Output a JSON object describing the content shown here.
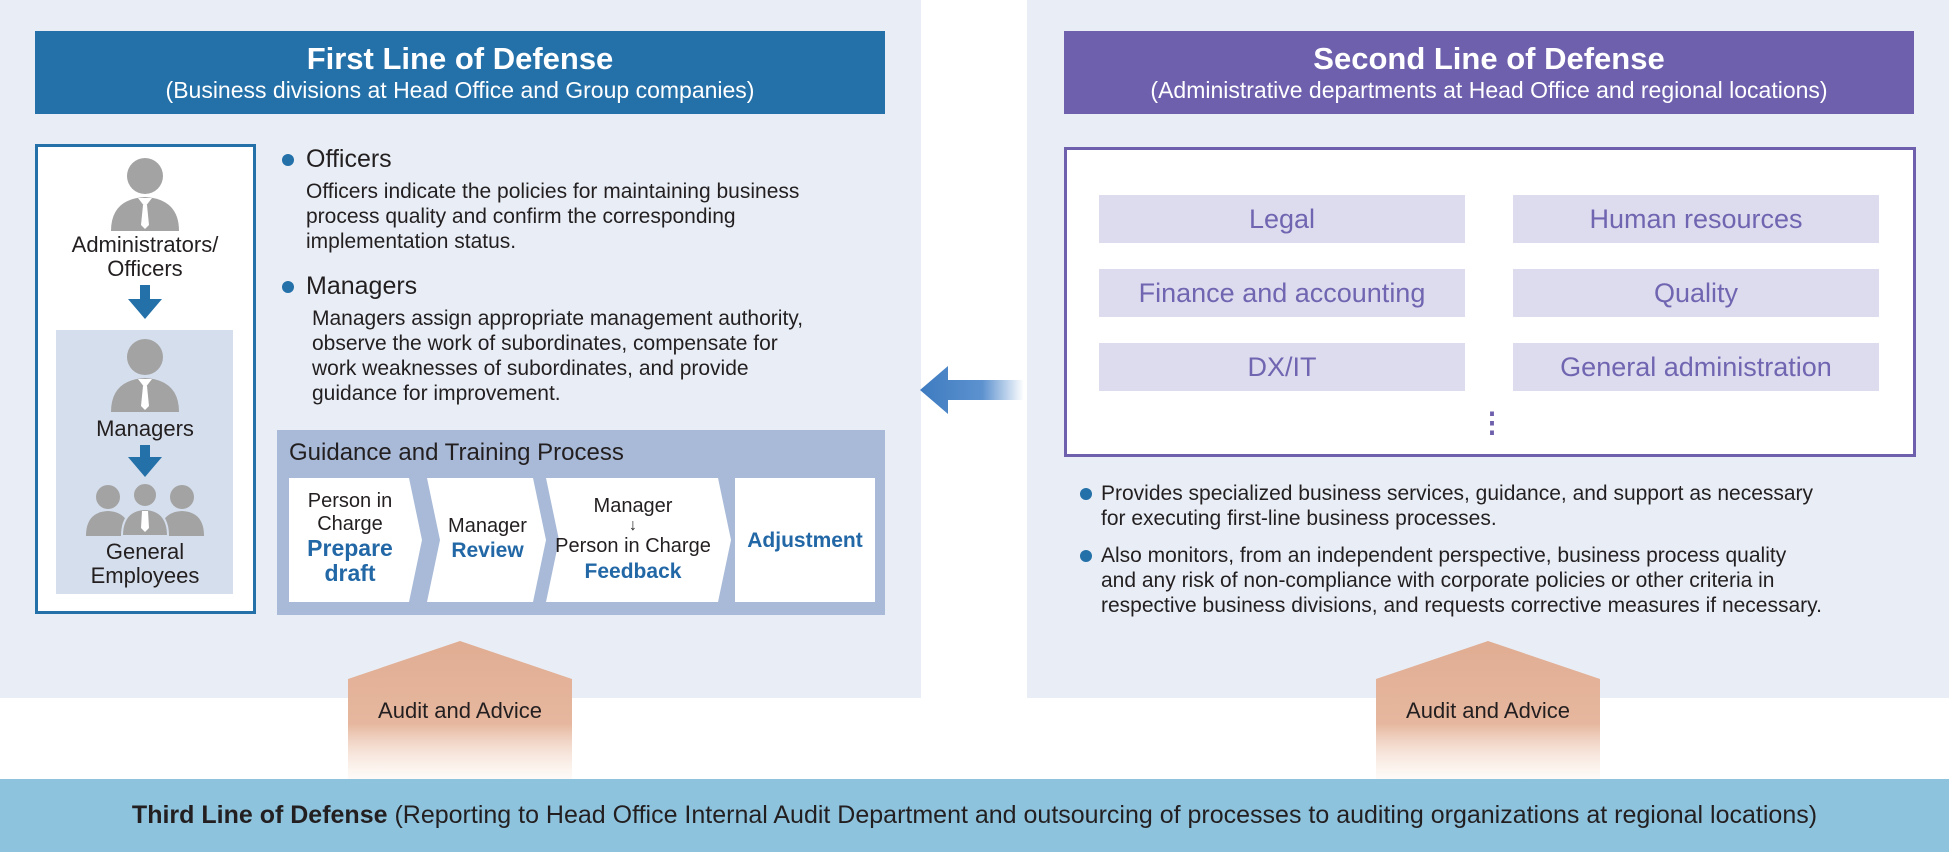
{
  "first_line": {
    "title": "First Line of Defense",
    "subtitle": "(Business divisions at Head Office and Group companies)",
    "roles": {
      "admin": "Administrators/",
      "admin2": "Officers",
      "managers": "Managers",
      "employees": "General",
      "employees2": "Employees"
    },
    "officers": {
      "heading": "Officers",
      "text1": "Officers indicate the policies for maintaining business",
      "text2": "process quality and confirm the corresponding",
      "text3": "implementation status."
    },
    "managers": {
      "heading": "Managers",
      "text1": "Managers assign appropriate management authority,",
      "text2": "observe the work of subordinates, compensate for",
      "text3": "work weaknesses of subordinates, and provide",
      "text4": "guidance for improvement."
    },
    "process": {
      "title": "Guidance and Training Process",
      "step1_l1": "Person in",
      "step1_l2": "Charge",
      "step1_a1": "Prepare",
      "step1_a2": "draft",
      "step2_l1": "Manager",
      "step2_a1": "Review",
      "step3_l1": "Manager",
      "step3_arrow": "↓",
      "step3_l2": "Person in Charge",
      "step3_a1": "Feedback",
      "step4_a1": "Adjustment"
    }
  },
  "second_line": {
    "title": "Second Line of Defense",
    "subtitle": "(Administrative departments at Head Office and regional locations)",
    "departments": [
      "Legal",
      "Human resources",
      "Finance and accounting",
      "Quality",
      "DX/IT",
      "General administration"
    ],
    "more": "⋮",
    "bullet1_l1": "Provides specialized business services, guidance, and support as necessary",
    "bullet1_l2": "for executing first-line business processes.",
    "bullet2_l1": "Also monitors, from an independent perspective, business process quality",
    "bullet2_l2": "and any risk of non-compliance with corporate policies or other criteria in",
    "bullet2_l3": "respective business divisions, and requests corrective measures if necessary."
  },
  "audit": {
    "left": "Audit and Advice",
    "right": "Audit and Advice"
  },
  "third_line": {
    "title": "Third Line of Defense",
    "subtitle": " (Reporting to Head Office Internal Audit Department and outsourcing of processes to auditing organizations at regional locations)"
  },
  "colors": {
    "first_header": "#2470a8",
    "second_header": "#6e60ad",
    "third_bar": "#8ec3de",
    "panel": "#e9eef6",
    "audit": "#e0ad93"
  }
}
